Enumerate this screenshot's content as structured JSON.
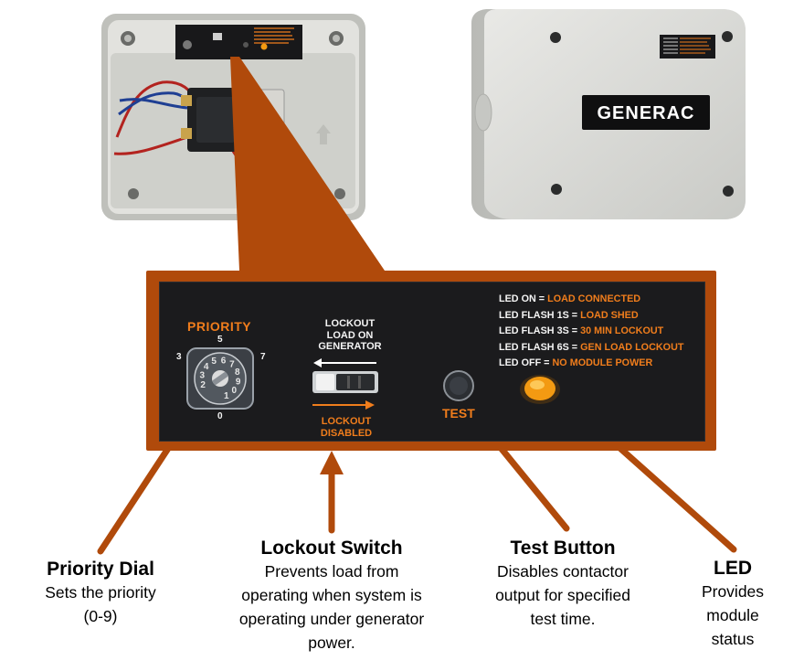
{
  "brand": {
    "logo_text": "GENERAC"
  },
  "panel": {
    "priority_label": "PRIORITY",
    "dial_numbers": {
      "top": "5",
      "left": "3",
      "right": "7",
      "bottom": "0"
    },
    "dial_face": [
      "2",
      "3",
      "4",
      "5",
      "6",
      "7",
      "8",
      "9",
      "0",
      "1"
    ],
    "lockout_top": [
      "LOCKOUT",
      "LOAD ON",
      "GENERATOR"
    ],
    "lockout_bottom": [
      "LOCKOUT",
      "DISABLED"
    ],
    "test_label": "TEST",
    "led_legend": [
      {
        "state": "LED ON =",
        "meaning": "LOAD CONNECTED"
      },
      {
        "state": "LED FLASH 1S =",
        "meaning": "LOAD SHED"
      },
      {
        "state": "LED FLASH 3S =",
        "meaning": "30 MIN LOCKOUT"
      },
      {
        "state": "LED FLASH 6S =",
        "meaning": "GEN LOAD LOCKOUT"
      },
      {
        "state": "LED OFF =",
        "meaning": "NO MODULE POWER"
      }
    ]
  },
  "callouts": [
    {
      "title": "Priority Dial",
      "description": [
        "Sets the priority",
        "(0-9)"
      ]
    },
    {
      "title": "Lockout Switch",
      "description": [
        "Prevents load from",
        "operating when system is",
        "operating under generator",
        "power."
      ]
    },
    {
      "title": "Test Button",
      "description": [
        "Disables contactor",
        "output for specified",
        "test time."
      ]
    },
    {
      "title": "LED",
      "description": [
        "Provides",
        "module",
        "status"
      ]
    }
  ],
  "colors": {
    "accent_orange": "#b04a0b",
    "label_orange": "#f07d1c",
    "panel_black": "#1b1b1d",
    "housing_grey": "#d7d8d4",
    "led_amber": "#f39a12"
  }
}
